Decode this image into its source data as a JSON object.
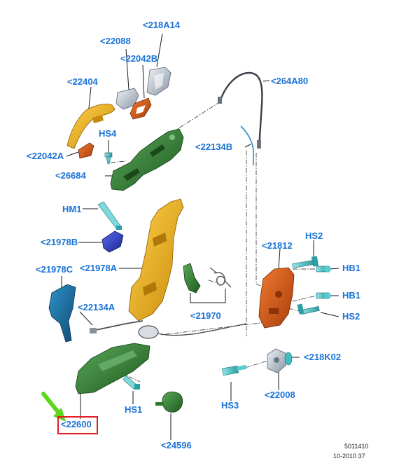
{
  "labels": {
    "p218A14": "<218A14",
    "p22088": "<22088",
    "p22042B": "<22042B",
    "p22404": "<22404",
    "p264A80": "<264A80",
    "hs4": "HS4",
    "p22042A": "<22042A",
    "p22134B": "<22134B",
    "p26684": "<26684",
    "hm1": "HM1",
    "p21978B": "<21978B",
    "hs2a": "HS2",
    "p21812": "<21812",
    "p21978C": "<21978C",
    "p21978A": "<21978A",
    "hb1a": "HB1",
    "hb1b": "HB1",
    "p22134A": "<22134A",
    "p21970": "<21970",
    "hs2b": "HS2",
    "p218K02": "<218K02",
    "p22008": "<22008",
    "p22600": "<22600",
    "hs1": "HS1",
    "hs3": "HS3",
    "p24596": "<24596"
  },
  "reference": {
    "code": "5011410",
    "date": "10-2010 37"
  },
  "colors": {
    "callout": "#1a73d9",
    "highlight": "#e31b23",
    "arrow": "#5bd61a",
    "handle_yellow": "#f2b318",
    "bracket_green": "#2f7a2f",
    "latch_orange": "#d4571a",
    "bolt_teal": "#3fbdc2",
    "clip_blue": "#2b3ec9",
    "bracket_teal": "#1a6b9c",
    "cover_silver": "#c5cfd8"
  }
}
